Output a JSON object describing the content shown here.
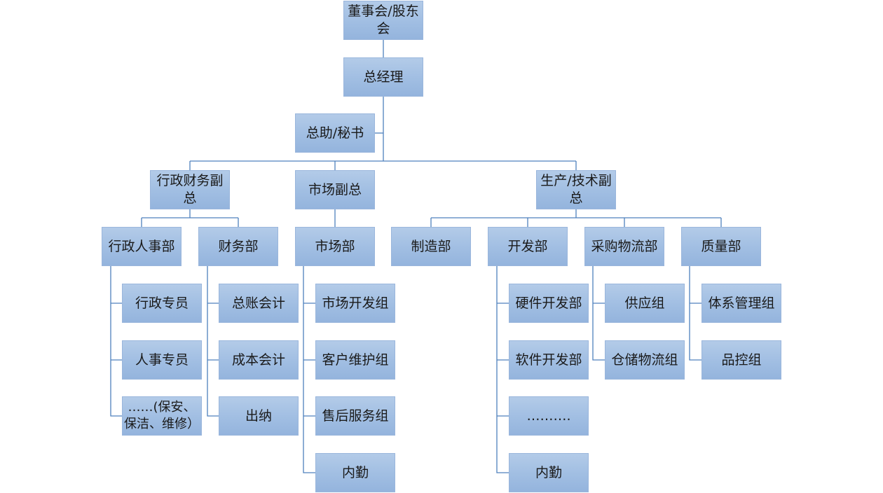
{
  "nodes": {
    "board": "董事会/股东会",
    "gm": "总经理",
    "assistant": "总助/秘书",
    "vp_admin_fin": "行政财务副总",
    "vp_market": "市场副总",
    "vp_prod_tech": "生产/技术副总",
    "dept_admin_hr": "行政人事部",
    "dept_finance": "财务部",
    "dept_market": "市场部",
    "dept_manufacturing": "制造部",
    "dept_development": "开发部",
    "dept_purchasing": "采购物流部",
    "dept_quality": "质量部",
    "admin_specialist": "行政专员",
    "hr_specialist": "人事专员",
    "admin_others": "……(保安、保洁、维修）",
    "general_ledger": "总账会计",
    "cost_accountant": "成本会计",
    "cashier": "出纳",
    "market_dev_group": "市场开发组",
    "customer_group": "客户维护组",
    "aftersales_group": "售后服务组",
    "market_internal": "内勤",
    "hardware_dev": "硬件开发部",
    "software_dev": "软件开发部",
    "dev_others": "……….",
    "dev_internal": "内勤",
    "supply_group": "供应组",
    "warehouse_group": "仓储物流组",
    "system_mgmt_group": "体系管理组",
    "qc_group": "品控组"
  }
}
